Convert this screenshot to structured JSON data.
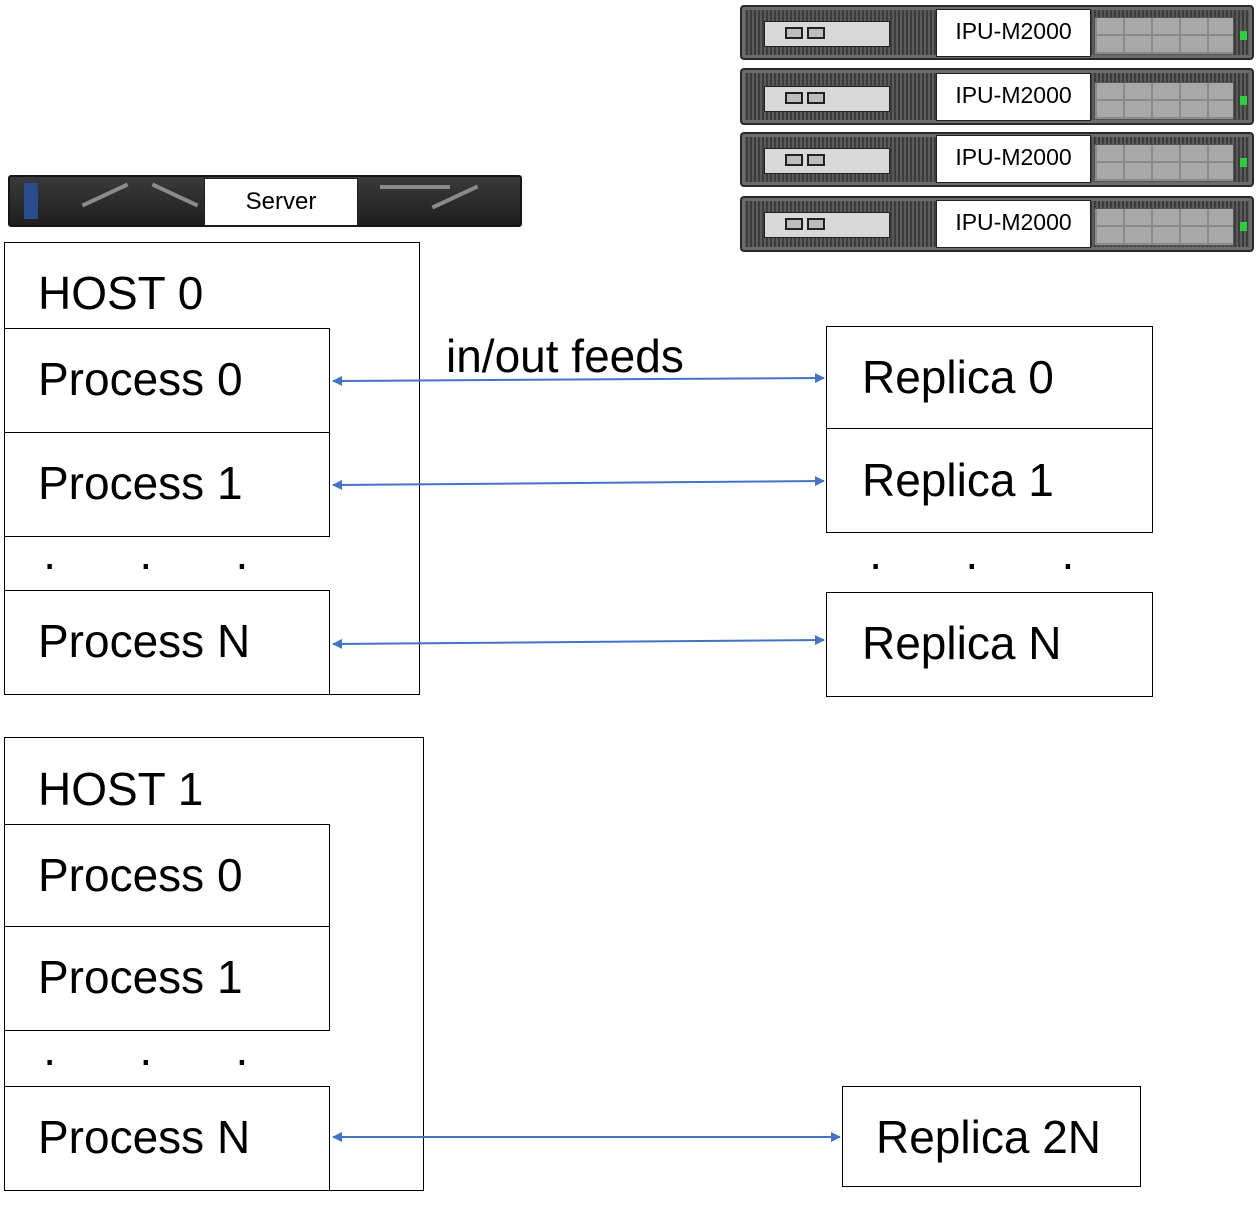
{
  "server_label": "Server",
  "ipu_racks": [
    "IPU-M2000",
    "IPU-M2000",
    "IPU-M2000",
    "IPU-M2000"
  ],
  "edge_label": "in/out feeds",
  "host0": {
    "title": "HOST 0",
    "processes": [
      "Process 0",
      "Process 1",
      "Process N"
    ],
    "ellipsis": "· · ·"
  },
  "host1": {
    "title": "HOST 1",
    "processes": [
      "Process 0",
      "Process 1",
      "Process N"
    ],
    "ellipsis": "· · ·"
  },
  "replicas": [
    "Replica 0",
    "Replica 1",
    "Replica N",
    "Replica 2N"
  ],
  "replica_ellipsis": "· · ·",
  "colors": {
    "arrow": "#4472C4",
    "border": "#000000"
  }
}
